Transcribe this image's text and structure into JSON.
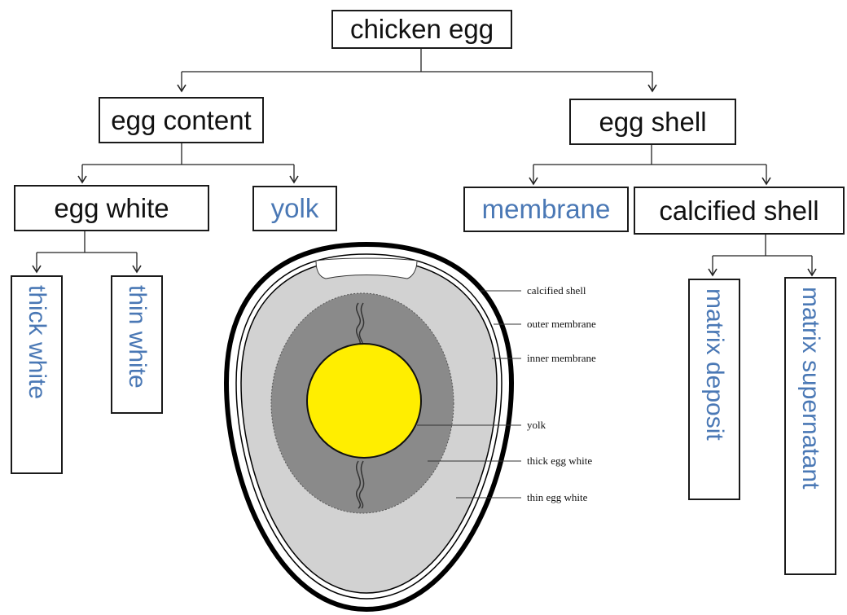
{
  "tree": {
    "root": "chicken  egg",
    "content": "egg content",
    "shell": "egg shell",
    "egg_white": "egg white",
    "yolk": "yolk",
    "membrane": "membrane",
    "calcified_shell": "calcified shell",
    "thick_white": "thick white",
    "thin_white": "thin  white",
    "matrix_deposit": "matrix deposit",
    "matrix_supernatant": "matrix supernatant"
  },
  "egg_labels": {
    "calcified_shell": "calcified shell",
    "outer_membrane": "outer membrane",
    "inner_membrane": "inner membrane",
    "yolk": "yolk",
    "thick_egg_white": "thick egg white",
    "thin_egg_white": "thin egg white"
  },
  "colors": {
    "black_text": "#111111",
    "blue_text": "#4a78b5",
    "yolk": "#ffee00",
    "thick_white": "#8a8a8a",
    "thin_white": "#d2d2d2"
  }
}
